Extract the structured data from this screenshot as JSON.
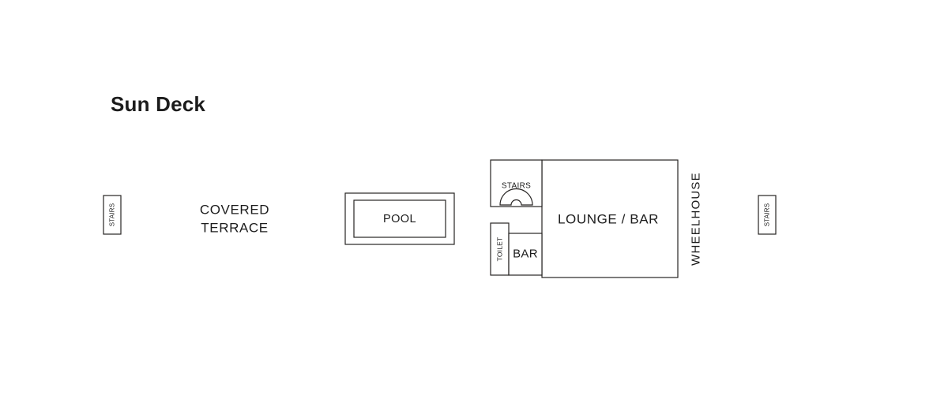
{
  "page": {
    "title": "Sun Deck"
  },
  "deck": {
    "covered_terrace_line1": "COVERED",
    "covered_terrace_line2": "TERRACE",
    "pool": "POOL",
    "lounge_bar": "LOUNGE / BAR",
    "bar": "BAR",
    "toilet": "TOILET",
    "wheelhouse": "WHEELHOUSE",
    "stairs_left": "STAIRS",
    "stairs_right": "STAIRS",
    "stairs_center": "STAIRS"
  },
  "colors": {
    "line": "#272423",
    "text": "#1c1c1c",
    "background": "#ffffff"
  }
}
